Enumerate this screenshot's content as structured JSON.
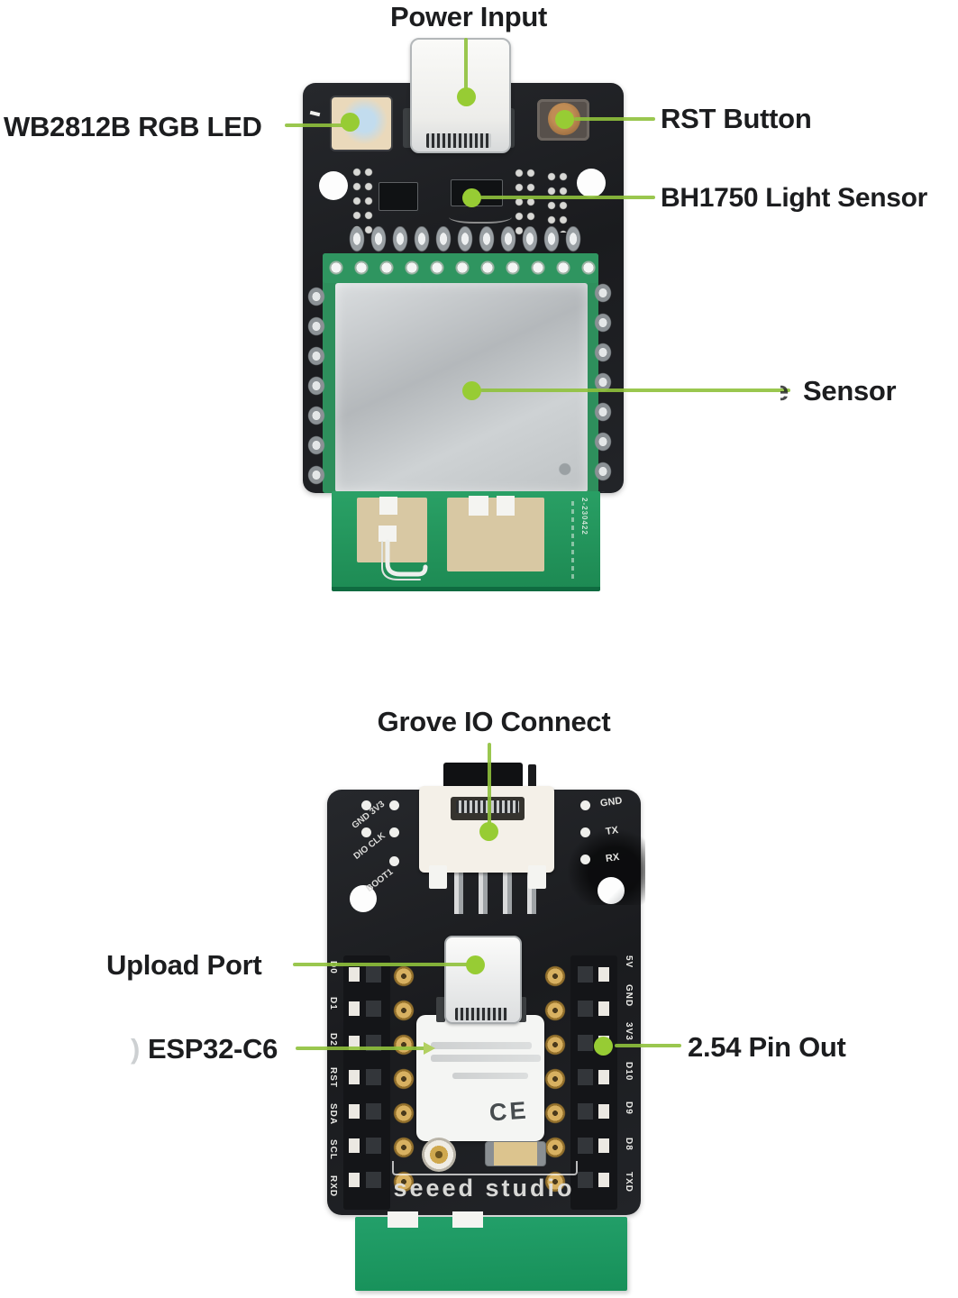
{
  "diagram": {
    "background": "#ffffff",
    "accent_green": "#8fc13c",
    "board1": {
      "callouts": {
        "power_input": "Power Input",
        "rgb_led": "WB2812B RGB LED",
        "rst_button": "RST Button",
        "light_sensor": "BH1750 Light Sensor",
        "sensor_partial": "e",
        "sensor": "Sensor"
      },
      "antenna_marking": "2-230422"
    },
    "board2": {
      "callouts": {
        "grove": "Grove IO Connect",
        "upload_port": "Upload Port",
        "esp32_partial": ")",
        "esp32": "ESP32-C6",
        "pin_out": "2.54 Pin Out"
      },
      "silkscreen": {
        "pads_left_row1": "GND 3V3",
        "pads_left_row2": "DIO CLK",
        "pads_left_row3": "BOOT1",
        "pads_right": [
          "GND",
          "TX",
          "RX"
        ],
        "pins_left": [
          "D0",
          "D1",
          "D2",
          "RST",
          "SDA",
          "SCL",
          "RXD"
        ],
        "pins_right": [
          "5V",
          "GND",
          "3V3",
          "D10",
          "D9",
          "D8",
          "TXD"
        ],
        "module_ce": "CE",
        "brand": "seeed studio"
      }
    }
  }
}
